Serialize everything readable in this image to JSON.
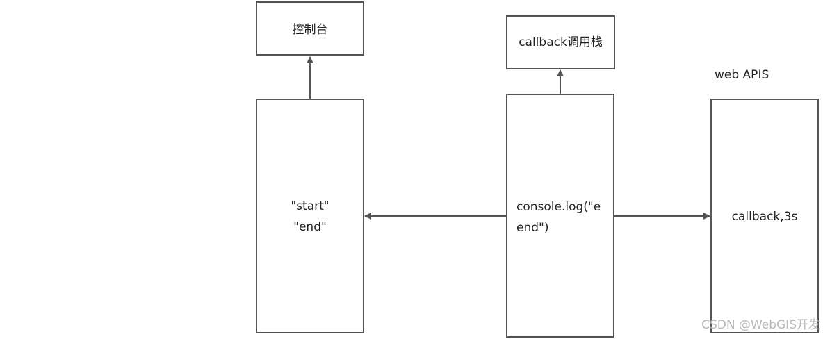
{
  "boxes": {
    "console_output": {
      "label": "控制台"
    },
    "callback_stack": {
      "label": "callback调用栈"
    },
    "left_stack": {
      "line1": "\"start\"",
      "line2": "\"end\""
    },
    "middle_stack": {
      "line1": "console.log(\"e",
      "line2": "end\")"
    },
    "web_apis": {
      "line1": "callback,3s"
    }
  },
  "labels": {
    "web_apis_title": "web APIS"
  },
  "watermark": "CSDN @WebGIS开发",
  "colors": {
    "stroke": "#555555",
    "text": "#222222",
    "watermark": "#b8b8b8"
  }
}
